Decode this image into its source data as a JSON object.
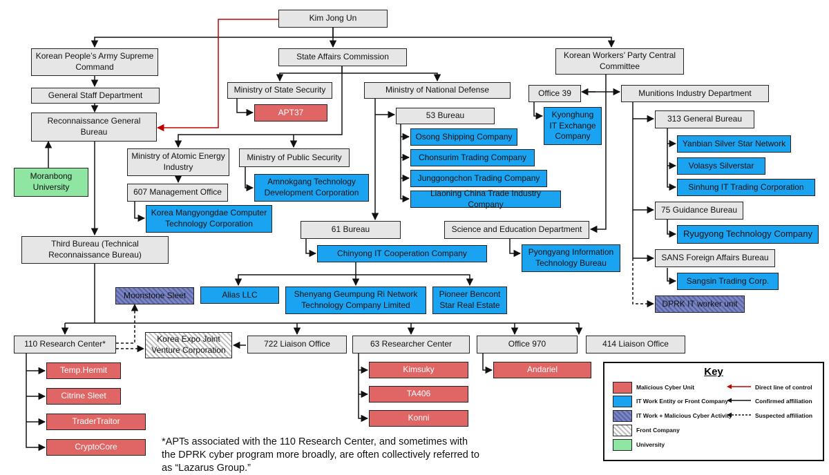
{
  "nodes": {
    "kim": "Kim Jong Un",
    "kpa": "Korean People’s Army Supreme Command",
    "sac": "State Affairs Commission",
    "kwp": "Korean Workers’ Party Central Committee",
    "gsd": "General Staff Department",
    "rgb": "Reconnaissance General Bureau",
    "mss": "Ministry of State Security",
    "apt37": "APT37",
    "mnd": "Ministry of National Defense",
    "office39": "Office 39",
    "mid": "Munitions Industry Department",
    "b53": "53 Bureau",
    "osong": "Osong Shipping Company",
    "chonsurim": "Chonsurim Trading Company",
    "junggong": "Junggongchon Trading Company",
    "liaoning": "Liaoning China Trade Industry Company",
    "kyonghung": "Kyonghung IT Exchange Company",
    "gb313": "313 General Bureau",
    "yanbian": "Yanbian Silver Star Network",
    "volasys": "Volasys Silverstar",
    "sinhung": "Sinhung IT Trading Corporation",
    "moranbong": "Moranbong University",
    "mae": "Ministry of Atomic Energy Industry",
    "mps": "Ministry of Public Security",
    "o607": "607 Management Office",
    "amnokgang": "Amnokgang Technology Development Corporation",
    "mangyongdae": "Korea Mangyongdae Computer Technology Corporation",
    "gb75": "75 Guidance Bureau",
    "ryugyong": "Ryugyong Technology Company",
    "b61": "61 Bureau",
    "sed": "Science and Education Department",
    "third": "Third Bureau (Technical Reconnaissance Bureau)",
    "chinyong": "Chinyong IT Cooperation Company",
    "pyongyang": "Pyongyang Information Technology Bureau",
    "sans": "SANS Foreign Affairs Bureau",
    "sangsin": "Sangsin Trading Corp.",
    "moonstone": "Moonstone Sleet",
    "alias": "Alias LLC",
    "shenyang": "Shenyang Geumpung Ri Network Technology Company Limited",
    "pioneer": "Pioneer Bencont Star Real Estate",
    "itworker": "DPRK IT worker unit",
    "rc110": "110 Research Center*",
    "expo": "Korea Expo Joint Venture Corporation",
    "o722": "722 Liaison Office",
    "rc63": "63 Researcher Center",
    "o970": "Office 970",
    "o414": "414 Liaison Office",
    "temp": "Temp.Hermit",
    "citrine": "Citrine Sleet",
    "trader": "TraderTraitor",
    "crypto": "CryptoCore",
    "kimsuky": "Kimsuky",
    "ta406": "TA406",
    "konni": "Konni",
    "andariel": "Andariel"
  },
  "footnote": "*APTs associated with the 110 Research Center, and sometimes with the DPRK cyber program more broadly, are often collectively referred to as “Lazarus Group.”",
  "key": {
    "title": "Key",
    "malicious": "Malicious Cyber Unit",
    "itwork": "IT Work Entity or Front Company",
    "itmal": "IT Work + Malicious Cyber Activity",
    "front": "Front Company",
    "university": "University",
    "direct": "Direct line of control",
    "confirmed": "Confirmed affiliation",
    "suspected": "Suspected affiliation"
  },
  "colors": {
    "malicious": "#e06666",
    "itwork": "#1aa3f0",
    "itmal": "#6b75b5",
    "university": "#8ee6a2",
    "entity": "#e6e6e6",
    "direct_line": "#c00000"
  }
}
